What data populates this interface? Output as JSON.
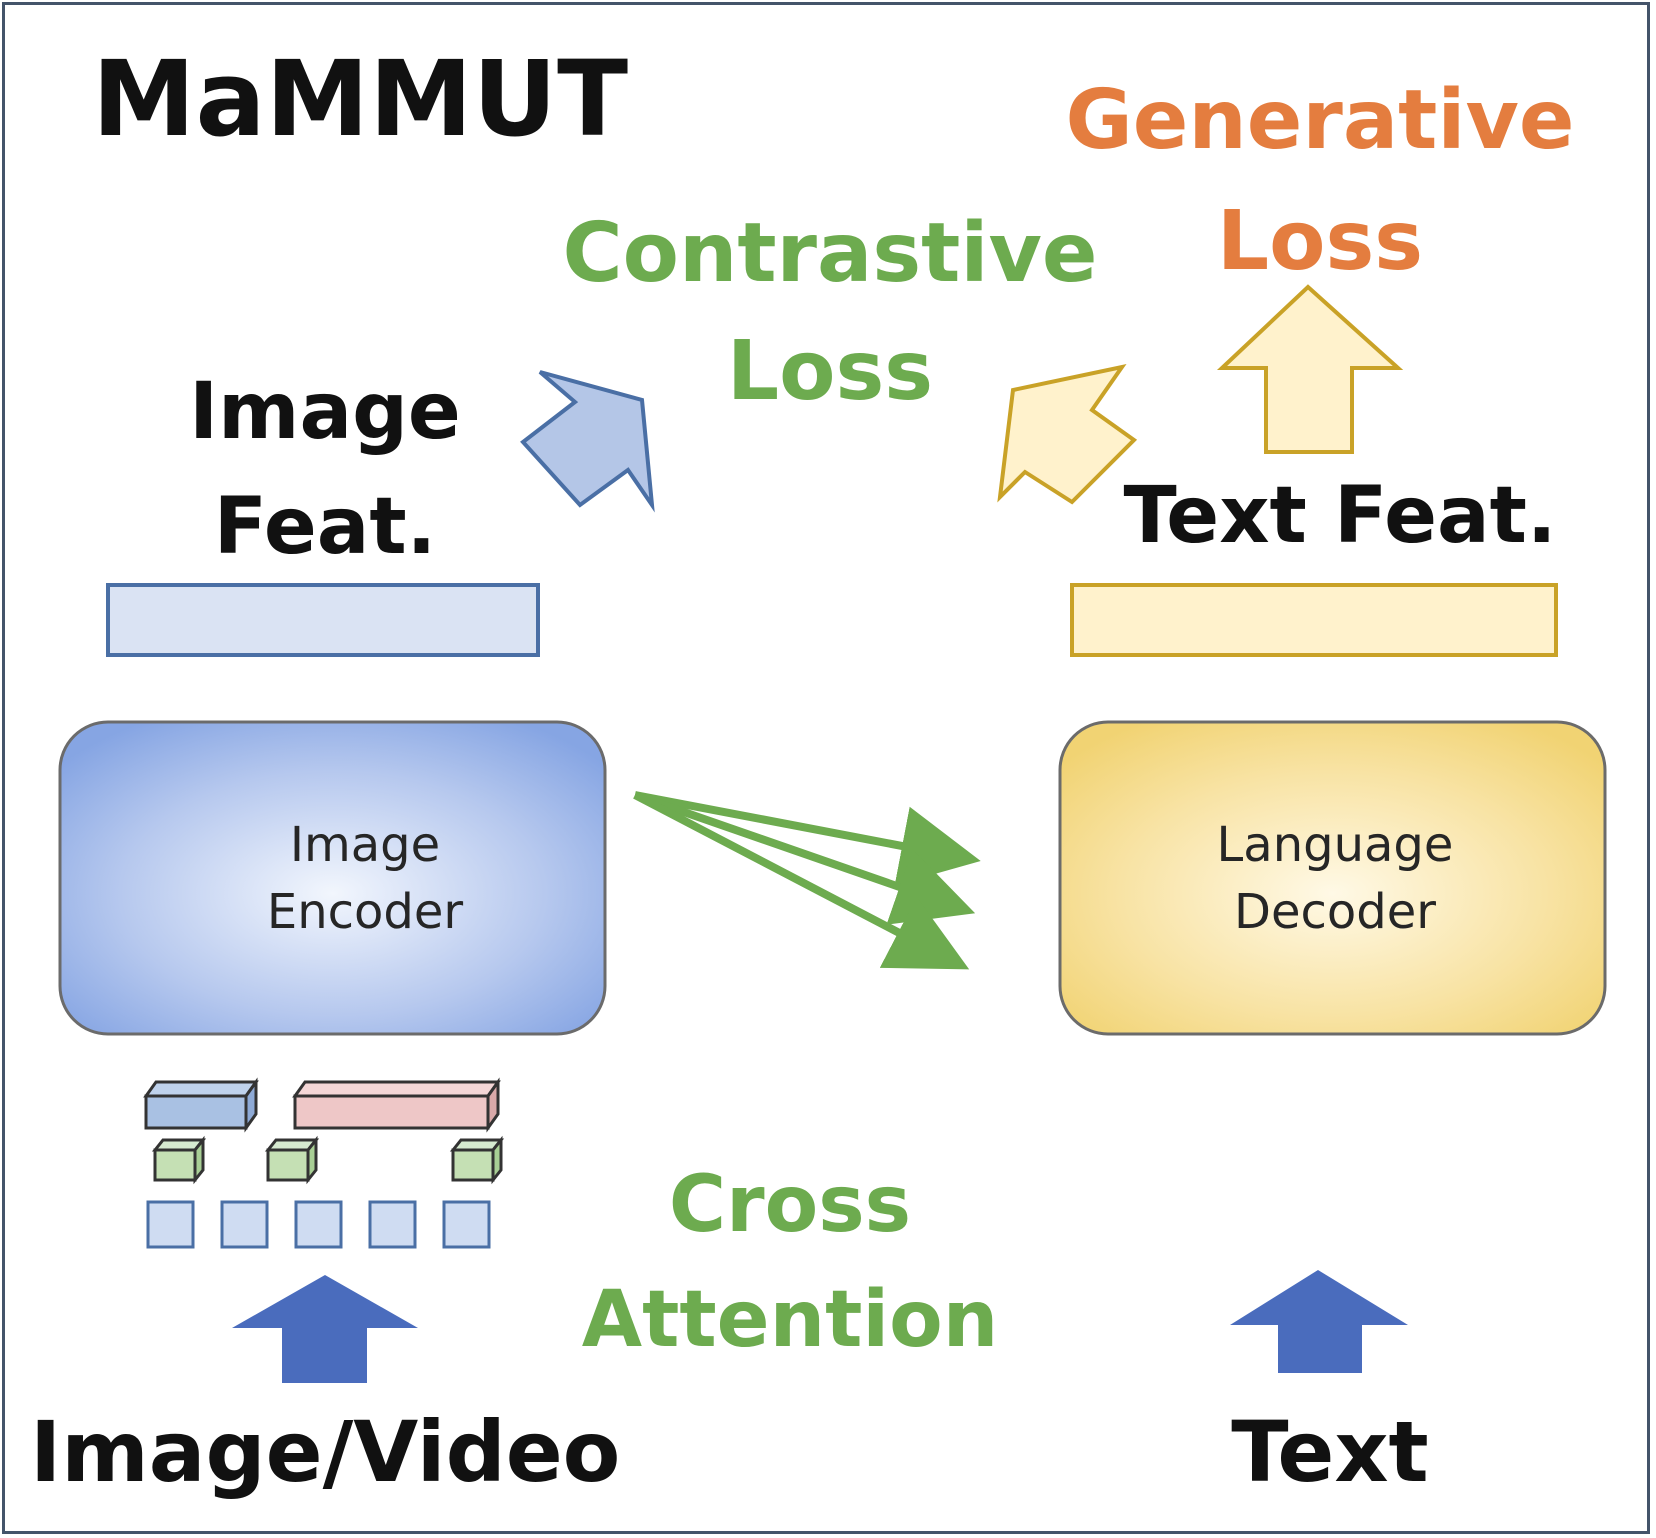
{
  "title": "MaMMUT",
  "losses": {
    "contrastive": [
      "Contrastive",
      "Loss"
    ],
    "generative": [
      "Generative",
      "Loss"
    ]
  },
  "features": {
    "image": [
      "Image",
      "Feat."
    ],
    "text": "Text Feat."
  },
  "encoder": [
    "Image",
    "Encoder"
  ],
  "decoder": [
    "Language",
    "Decoder"
  ],
  "cross_attention": [
    "Cross",
    "Attention"
  ],
  "inputs": {
    "image": "Image/Video",
    "text": "Text"
  },
  "colors": {
    "frame": "#44546a",
    "title": "#111111",
    "contrastive_green": "#6dab4f",
    "generative_orange": "#e47d3f",
    "image_blue": "#4a6fbf",
    "image_feat_fill": "#dae3f3",
    "text_feat_fill": "#fff2cc",
    "text_feat_border": "#c9a227",
    "encoder_fill": "#8eaadf",
    "decoder_fill": "#f5d77a",
    "input_arrow": "#4a6cbd"
  }
}
